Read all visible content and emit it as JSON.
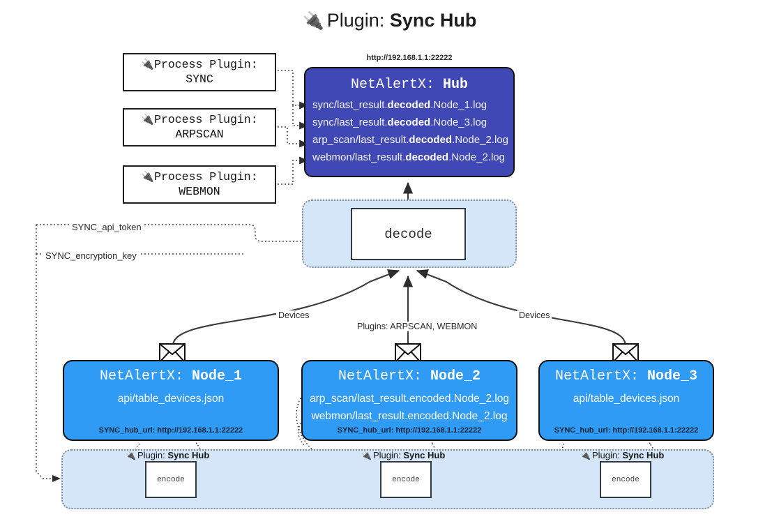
{
  "title": {
    "icon": "electric-plug-icon",
    "prefix": "Plugin:",
    "name": "Sync Hub"
  },
  "process_plugins": [
    {
      "icon": "electric-plug-icon",
      "line1": "Process Plugin:",
      "line2": "SYNC"
    },
    {
      "icon": "electric-plug-icon",
      "line1": "Process Plugin:",
      "line2": "ARPSCAN"
    },
    {
      "icon": "electric-plug-icon",
      "line1": "Process Plugin:",
      "line2": "WEBMON"
    }
  ],
  "hub": {
    "url": "http://192.168.1.1:22222",
    "app": "NetAlertX:",
    "name": "Hub",
    "logs": [
      {
        "pre": "sync/last_result.",
        "mid": "decoded",
        "post": ".Node_1.log"
      },
      {
        "pre": "sync/last_result.",
        "mid": "decoded",
        "post": ".Node_3.log"
      },
      {
        "pre": "arp_scan/last_result.",
        "mid": "decoded",
        "post": ".Node_2.log"
      },
      {
        "pre": "webmon/last_result.",
        "mid": "decoded",
        "post": ".Node_2.log"
      }
    ]
  },
  "decode": {
    "label": "decode"
  },
  "secrets": {
    "api_token": "SYNC_api_token",
    "encryption_key": "SYNC_encryption_key"
  },
  "edge_labels": {
    "devices_left": "Devices",
    "devices_right": "Devices",
    "plugins_mid": "Plugins: ARPSCAN, WEBMON"
  },
  "nodes": [
    {
      "app": "NetAlertX:",
      "name": "Node_1",
      "lines": [
        "api/table_devices.json"
      ],
      "footer": "SYNC_hub_url: http://192.168.1.1:22222",
      "envelope_icon": "envelope-icon"
    },
    {
      "app": "NetAlertX:",
      "name": "Node_2",
      "lines": [
        "arp_scan/last_result.encoded.Node_2.log",
        "webmon/last_result.encoded.Node_2.log"
      ],
      "footer": "SYNC_hub_url: http://192.168.1.1:22222",
      "envelope_icon": "envelope-icon"
    },
    {
      "app": "NetAlertX:",
      "name": "Node_3",
      "lines": [
        "api/table_devices.json"
      ],
      "footer": "SYNC_hub_url: http://192.168.1.1:22222",
      "envelope_icon": "envelope-icon"
    }
  ],
  "encoders": [
    {
      "caption_prefix": "Plugin:",
      "caption_name": "Sync Hub",
      "label": "encode",
      "icon": "electric-plug-icon"
    },
    {
      "caption_prefix": "Plugin:",
      "caption_name": "Sync Hub",
      "label": "encode",
      "icon": "electric-plug-icon"
    },
    {
      "caption_prefix": "Plugin:",
      "caption_name": "Sync Hub",
      "label": "encode",
      "icon": "electric-plug-icon"
    }
  ],
  "colors": {
    "hub_blue": "#4048b5",
    "node_blue": "#2f9bf5",
    "band_blue": "#d4e6f8",
    "line": "#3a3a3a",
    "background": "#ffffff"
  }
}
